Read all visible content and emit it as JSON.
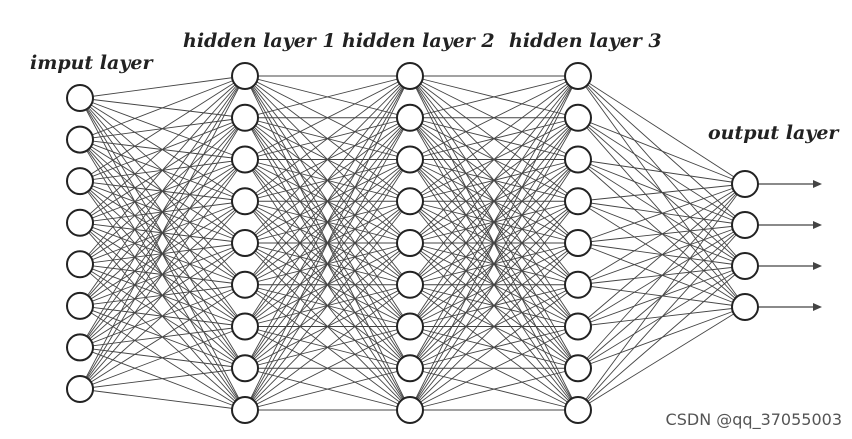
{
  "labels": {
    "input": "imput layer",
    "hidden1": "hidden layer 1",
    "hidden2": "hidden layer 2",
    "hidden3": "hidden layer 3",
    "output": "output layer"
  },
  "watermark": "CSDN @qq_37055003",
  "network": {
    "layer_sizes": [
      8,
      9,
      9,
      9,
      4
    ],
    "output_arrows": true
  },
  "colors": {
    "edge": "#444444",
    "node_stroke": "#222222",
    "node_fill": "#ffffff"
  }
}
